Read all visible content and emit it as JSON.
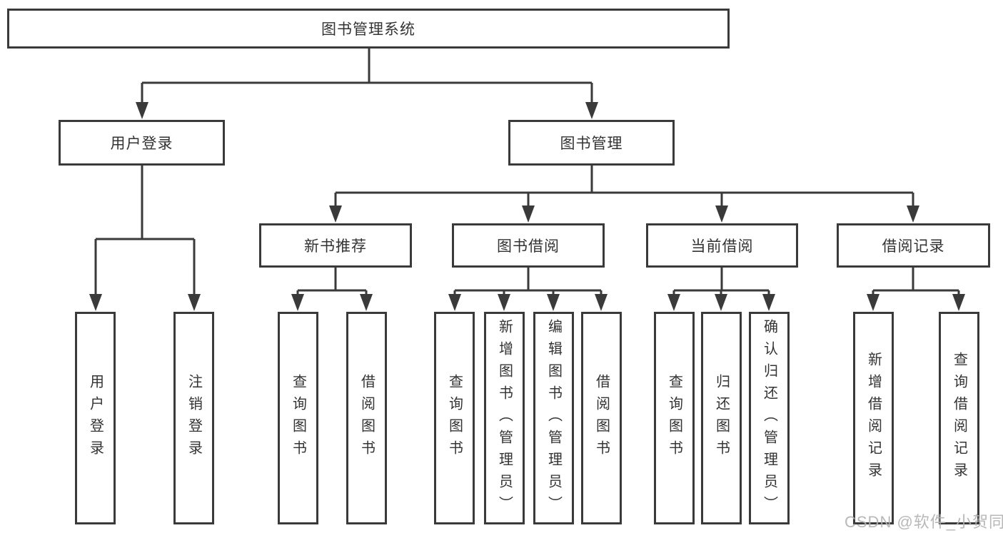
{
  "diagram": {
    "type": "hierarchy-tree",
    "tree": {
      "label": "图书管理系统",
      "children": [
        {
          "label": "用户登录",
          "children": [
            {
              "label": "用户登录"
            },
            {
              "label": "注销登录"
            }
          ]
        },
        {
          "label": "图书管理",
          "children": [
            {
              "label": "新书推荐",
              "children": [
                {
                  "label": "查询图书"
                },
                {
                  "label": "借阅图书"
                }
              ]
            },
            {
              "label": "图书借阅",
              "children": [
                {
                  "label": "查询图书"
                },
                {
                  "label": "新增图书（管理员）"
                },
                {
                  "label": "编辑图书（管理员）"
                },
                {
                  "label": "借阅图书"
                }
              ]
            },
            {
              "label": "当前借阅",
              "children": [
                {
                  "label": "查询图书"
                },
                {
                  "label": "归还图书"
                },
                {
                  "label": "确认归还（管理员）"
                }
              ]
            },
            {
              "label": "借阅记录",
              "children": [
                {
                  "label": "新增借阅记录"
                },
                {
                  "label": "查询借阅记录"
                }
              ]
            }
          ]
        }
      ]
    },
    "colors": {
      "line": "#3a3a3a",
      "box_border": "#3a3a3a",
      "box_fill": "#ffffff",
      "text": "#333333",
      "background": "#ffffff"
    }
  },
  "watermark": {
    "text": "CSDN @软件_小贺同学",
    "color": "#b2b2b2"
  }
}
